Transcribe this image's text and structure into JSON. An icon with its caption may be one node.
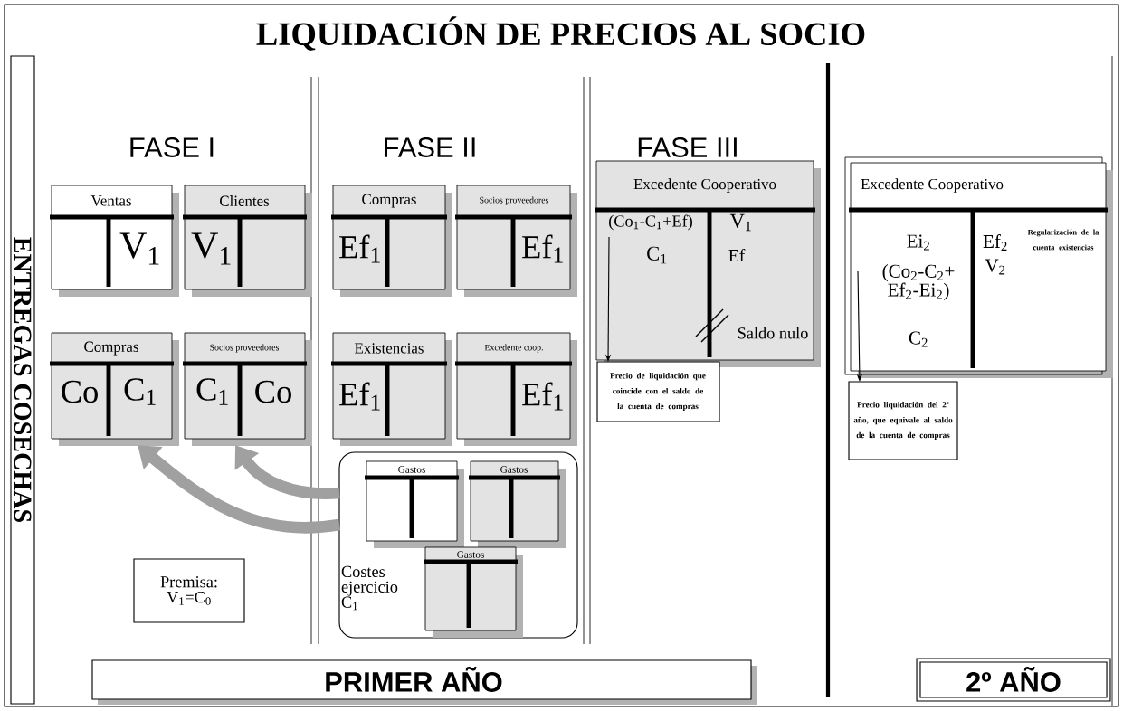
{
  "diagram": {
    "title": "LIQUIDACIÓN DE PRECIOS AL SOCIO",
    "nodes": [
      {
        "text": [
          "ENTREGAS COSECHAS"
        ]
      },
      {
        "text": [
          "Ventas",
          "V$_{1}$"
        ]
      },
      {
        "text": [
          "Clientes",
          "V$_{1}$"
        ]
      },
      {
        "text": [
          "Compras",
          "Co",
          "C$_{1}$"
        ]
      },
      {
        "text": [
          "Socios proveedores",
          "C$_{1}$",
          "Co"
        ]
      },
      {
        "text": [
          "Compras",
          "Ef$_{1}$"
        ]
      },
      {
        "text": [
          "Socios proveedores",
          "Ef$_{1}$"
        ]
      },
      {
        "text": [
          "Existencias",
          "Ef$_{1}$"
        ]
      },
      {
        "text": [
          "Excedente coop.",
          "Ef$_{1}$"
        ]
      },
      {
        "text": [
          "Costes ejercicio C$_{1}$"
        ]
      },
      {
        "text": [
          "Gastos"
        ],
        "in": 9
      },
      {
        "text": [
          "Gastos"
        ],
        "in": 9
      },
      {
        "text": [
          "Gastos"
        ],
        "in": 9
      },
      {
        "text": [
          "Premisa: V$_{1}$=C$_{0}$"
        ]
      },
      {
        "text": [
          "Excedente Cooperativo",
          "(Co$_{1}$-C$_{1}$+Ef)",
          "C$_{1}$",
          "V$_{1}$",
          "Ef",
          "Saldo nulo"
        ]
      },
      {
        "text": [
          "Precio de liquidación que coincide con el saldo de la cuenta de compras"
        ]
      },
      {
        "text": [
          "Excedente Cooperativo",
          "Ei$_{2}$",
          "(Co$_{2}$-C$_{2}$+ Ef$_{2}$-Ei$_{2}$)",
          "C$_{2}$",
          "Ef$_{2}$",
          "V$_{2}$",
          "Regularización de la cuenta existencias"
        ]
      },
      {
        "text": [
          "Precio liquidación del 2º año, que equivale al saldo de la cuenta de compras"
        ]
      },
      {
        "text": [
          "PRIMER AÑO"
        ]
      },
      {
        "text": [
          "2º AÑO"
        ]
      }
    ],
    "edges": [
      {
        "from": 9,
        "to": 4,
        "arrow": "to",
        "style": "thick",
        "color": "#a0a0a0"
      },
      {
        "from": 9,
        "to": 3,
        "arrow": "to",
        "style": "thick",
        "color": "#a0a0a0"
      },
      {
        "from": 14,
        "to": 15,
        "arrow": "to",
        "color": "#000000"
      },
      {
        "from": 16,
        "to": 17,
        "arrow": "to",
        "color": "#000000"
      }
    ],
    "labels": [
      "FASE I",
      "FASE II",
      "FASE III"
    ]
  }
}
